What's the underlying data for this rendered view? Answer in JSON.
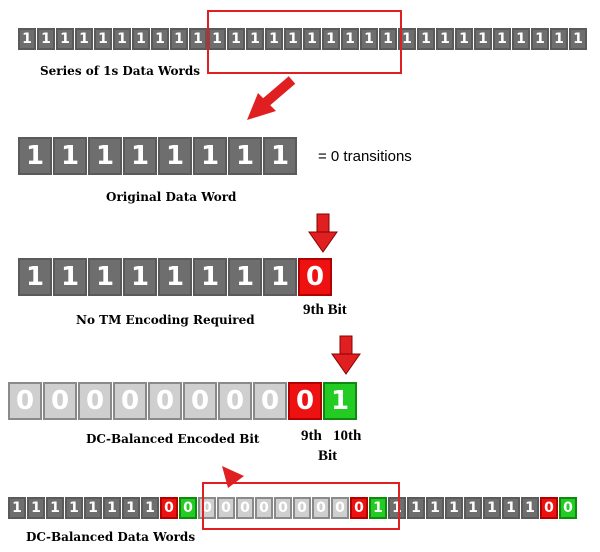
{
  "series_ones": {
    "bits": [
      "1",
      "1",
      "1",
      "1",
      "1",
      "1",
      "1",
      "1",
      "1",
      "1",
      "1",
      "1",
      "1",
      "1",
      "1",
      "1",
      "1",
      "1",
      "1",
      "1",
      "1",
      "1",
      "1",
      "1",
      "1",
      "1",
      "1",
      "1",
      "1",
      "1"
    ],
    "caption": "Series of 1s Data Words"
  },
  "original_word": {
    "bits": [
      "1",
      "1",
      "1",
      "1",
      "1",
      "1",
      "1",
      "1"
    ],
    "caption": "Original Data Word",
    "transitions_note": "= 0 transitions"
  },
  "no_tm": {
    "bits": [
      "1",
      "1",
      "1",
      "1",
      "1",
      "1",
      "1",
      "1",
      "0"
    ],
    "caption": "No TM Encoding Required",
    "ninth_bit_label": "9th Bit"
  },
  "dc_balanced": {
    "bits": [
      "0",
      "0",
      "0",
      "0",
      "0",
      "0",
      "0",
      "0",
      "0",
      "1"
    ],
    "caption": "DC-Balanced Encoded Bit",
    "ninth_label": "9th",
    "tenth_label": "10th",
    "bit_word": "Bit"
  },
  "dc_words": {
    "bits": [
      "1",
      "1",
      "1",
      "1",
      "1",
      "1",
      "1",
      "1",
      "0",
      "0",
      "0",
      "0",
      "0",
      "0",
      "0",
      "0",
      "0",
      "0",
      "0",
      "1",
      "1",
      "1",
      "1",
      "1",
      "1",
      "1",
      "1",
      "1",
      "0",
      "0"
    ],
    "caption": "DC-Balanced Data Words"
  },
  "colors": {
    "cell_dark": "#6e6e6e",
    "cell_light": "#cfcfcf",
    "red": "#ee1111",
    "green": "#22cc22",
    "highlight": "#e02020"
  }
}
